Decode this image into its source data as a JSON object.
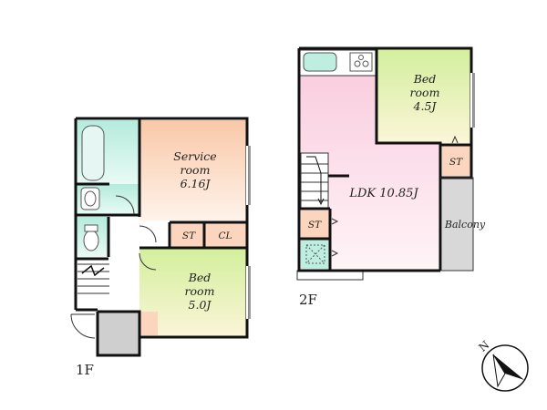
{
  "floor1": {
    "label": "1F",
    "service_room": {
      "name": "Service",
      "name2": "room",
      "size": "6.16J"
    },
    "bed_room": {
      "name": "Bed",
      "name2": "room",
      "size": "5.0J"
    },
    "storage": "ST",
    "closet": "CL"
  },
  "floor2": {
    "label": "2F",
    "bed_room": {
      "name": "Bed",
      "name2": "room",
      "size": "4.5J"
    },
    "storage_upper": "ST",
    "storage_lower": "ST",
    "ldk": "LDK 10.85J",
    "balcony": "Balcony"
  },
  "compass": {
    "label": "N"
  },
  "colors": {
    "service_room": "#f9d3b8",
    "bed_room": "#d9f0a8",
    "ldk": "#fbd4e2",
    "bath": "#bdeee0",
    "storage": "#fbd5bd",
    "gray": "#cfcfcf",
    "balcony": "#d8d8d8"
  }
}
